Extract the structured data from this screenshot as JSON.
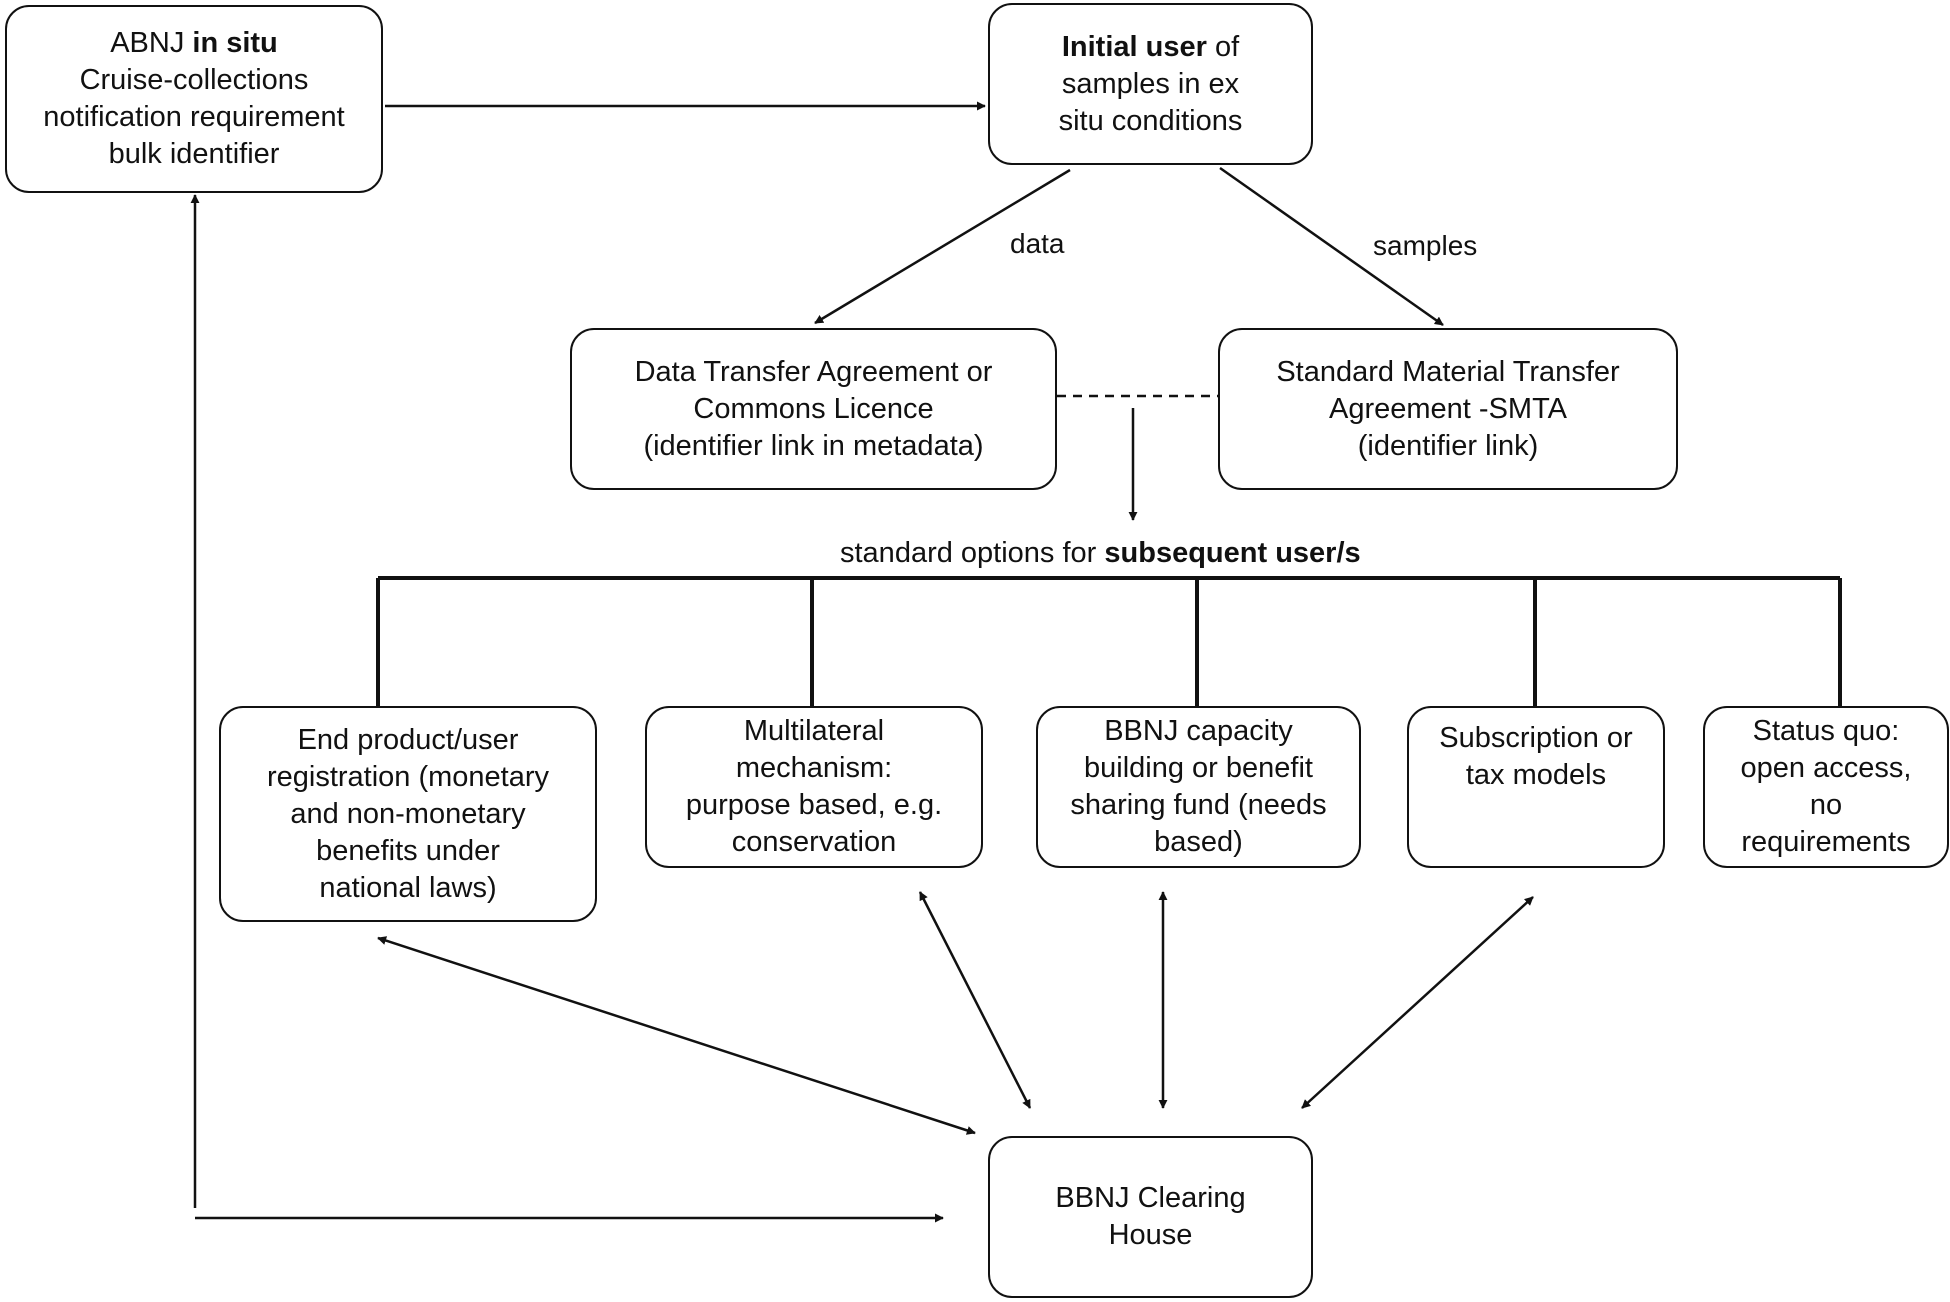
{
  "nodes": {
    "abnj": {
      "line1_a": "ABNJ ",
      "line1_b": "in situ",
      "line2": "Cruise-collections",
      "line3": "notification requirement",
      "line4": "bulk identifier"
    },
    "initial_user": {
      "line1_a": "Initial user",
      "line1_b": " of",
      "line2": "samples in ex",
      "line3": "situ conditions"
    },
    "dta": {
      "line1": "Data Transfer Agreement or",
      "line2": "Commons Licence",
      "line3": "(identifier link in metadata)"
    },
    "smta": {
      "line1": "Standard Material Transfer",
      "line2": "Agreement -SMTA",
      "line3": "(identifier link)"
    },
    "end_product": {
      "line1": "End product/user",
      "line2": "registration (monetary",
      "line3": "and non-monetary",
      "line4": "benefits under",
      "line5": "national laws)"
    },
    "multilateral": {
      "line1": "Multilateral",
      "line2": "mechanism:",
      "line3": "purpose based, e.g.",
      "line4": "conservation"
    },
    "bbnj_fund": {
      "line1": "BBNJ capacity",
      "line2": "building or benefit",
      "line3": "sharing fund (needs",
      "line4": "based)"
    },
    "subscription": {
      "line1": "Subscription or",
      "line2": "tax models"
    },
    "status_quo": {
      "line1": "Status quo:",
      "line2": "open access,",
      "line3": "no",
      "line4": "requirements"
    },
    "clearing_house": {
      "line1": "BBNJ Clearing",
      "line2": "House"
    }
  },
  "edge_labels": {
    "data": "data",
    "samples": "samples"
  },
  "options_header": {
    "prefix": "standard options for ",
    "bold": "subsequent user/s"
  },
  "colors": {
    "stroke": "#111111",
    "background": "#ffffff"
  }
}
